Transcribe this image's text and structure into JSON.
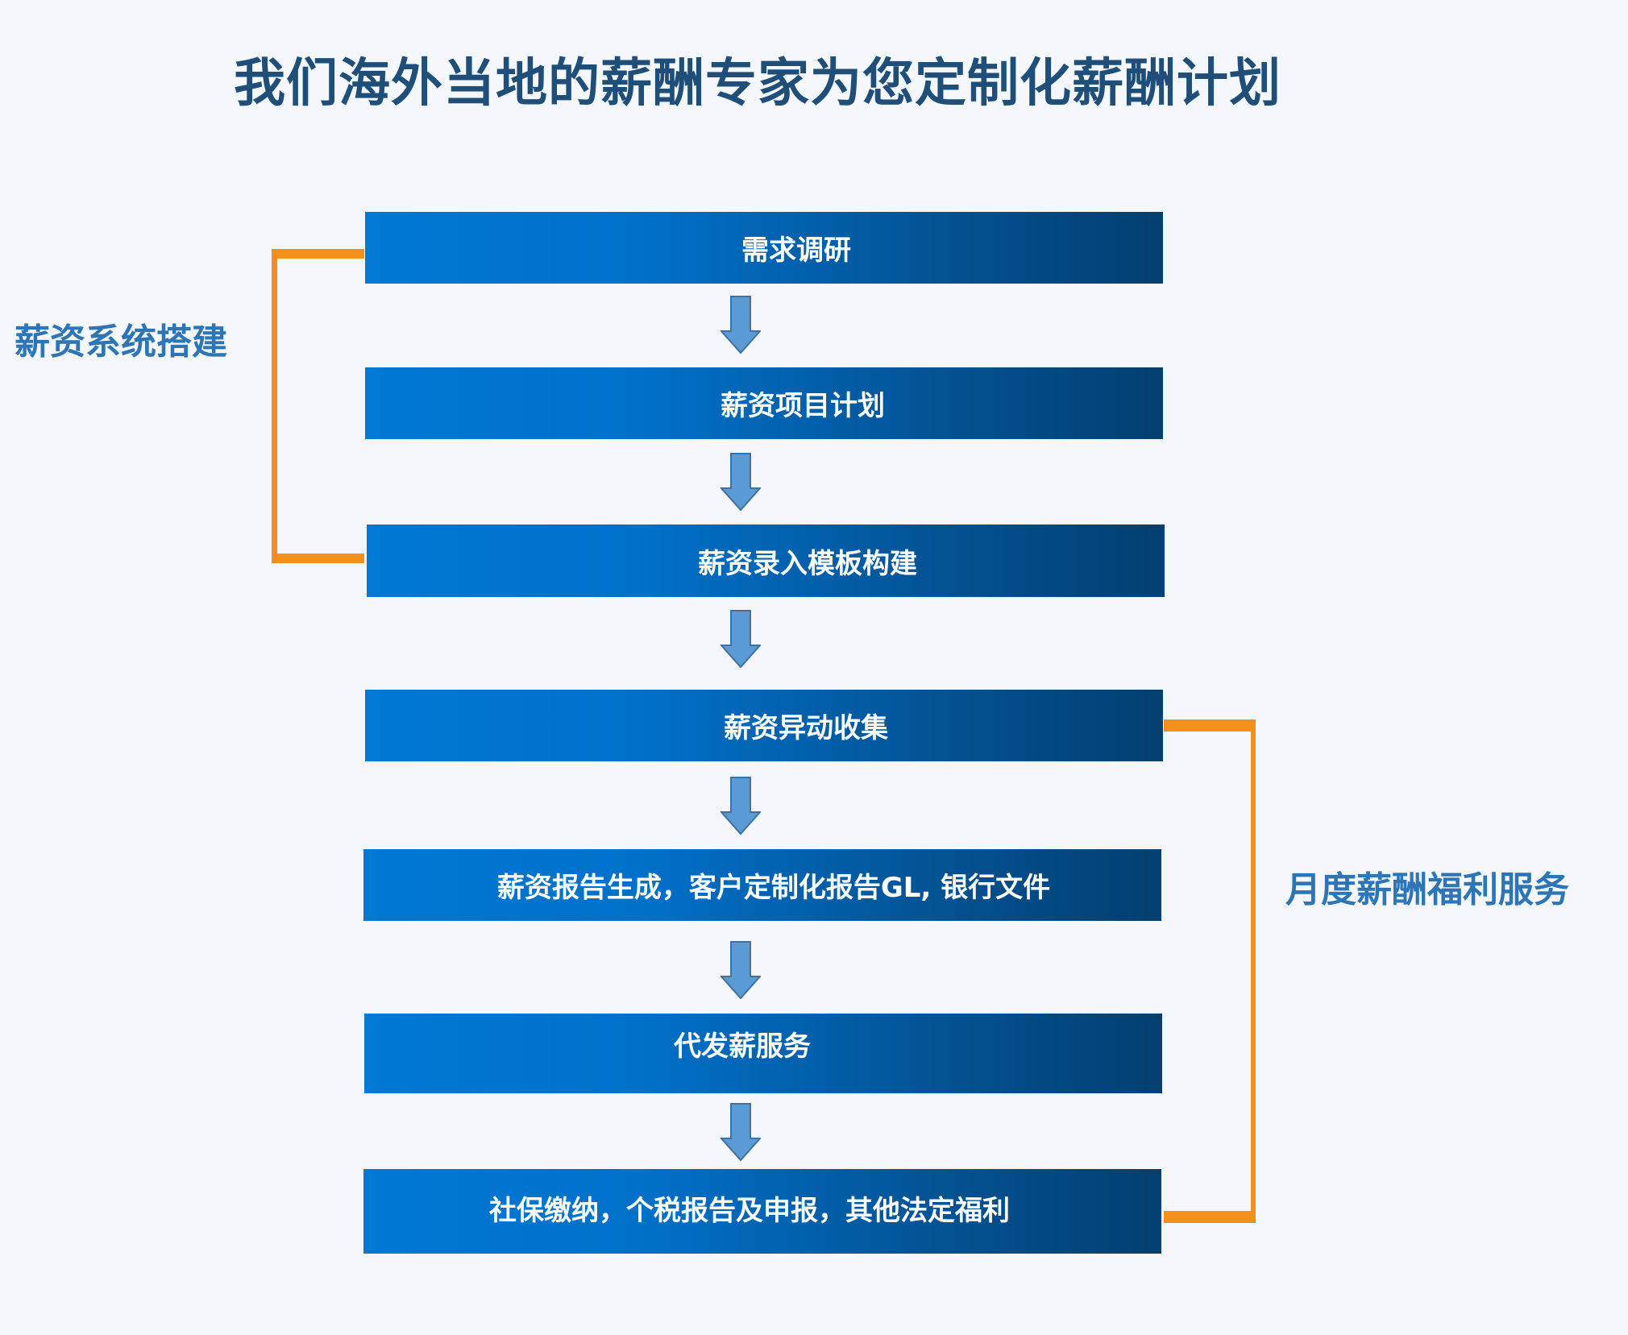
{
  "title": "我们海外当地的薪酬专家为您定制化薪酬计划",
  "steps": [
    {
      "label": "需求调研"
    },
    {
      "label": "薪资项目计划"
    },
    {
      "label": "薪资录入模板构建"
    },
    {
      "label": "薪资异动收集"
    },
    {
      "label": "薪资报告生成，客户定制化报告GL, 银行文件"
    },
    {
      "label": "代发薪服务"
    },
    {
      "label": "社保缴纳，个税报告及申报，其他法定福利"
    }
  ],
  "groups": {
    "setup": {
      "label": "薪资系统搭建"
    },
    "monthly": {
      "label": "月度薪酬福利服务"
    }
  },
  "colors": {
    "title": "#1f4e79",
    "group_label": "#2e75b6",
    "bracket": "#f39019",
    "arrow": "#5b9bd5",
    "box_start": "#0078d4",
    "box_end": "#023f70"
  }
}
